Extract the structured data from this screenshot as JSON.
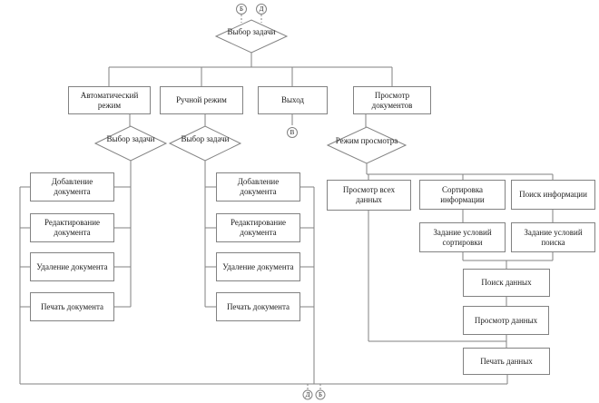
{
  "nodes": {
    "choice_main": "Выбор задачи",
    "auto_mode": "Автоматический режим",
    "manual_mode": "Ручной режим",
    "exit": "Выход",
    "view_docs": "Просмотр документов",
    "choice_auto": "Выбор задачи",
    "choice_manual": "Выбор задачи",
    "view_mode": "Режим просмотра",
    "auto_add": "Добавление документа",
    "auto_edit": "Редактирование документа",
    "auto_delete": "Удаление документа",
    "auto_print": "Печать документа",
    "manual_add": "Добавление документа",
    "manual_edit": "Редактирование документа",
    "manual_delete": "Удаление документа",
    "manual_print": "Печать документа",
    "view_all": "Просмотр всех данных",
    "sort_info": "Сортировка информации",
    "search_info": "Поиск информации",
    "sort_cond": "Задание условий сортировки",
    "search_cond": "Задание условий поиска",
    "search_data": "Поиск данных",
    "view_data": "Просмотр данных",
    "print_data": "Печать данных"
  },
  "connectors": {
    "top_left": "Б",
    "top_right": "Д",
    "exit": "В",
    "bottom_left": "Д",
    "bottom_right": "Б"
  },
  "colors": {
    "line": "#828282",
    "text": "#1c1c1c",
    "background": "#ffffff"
  }
}
